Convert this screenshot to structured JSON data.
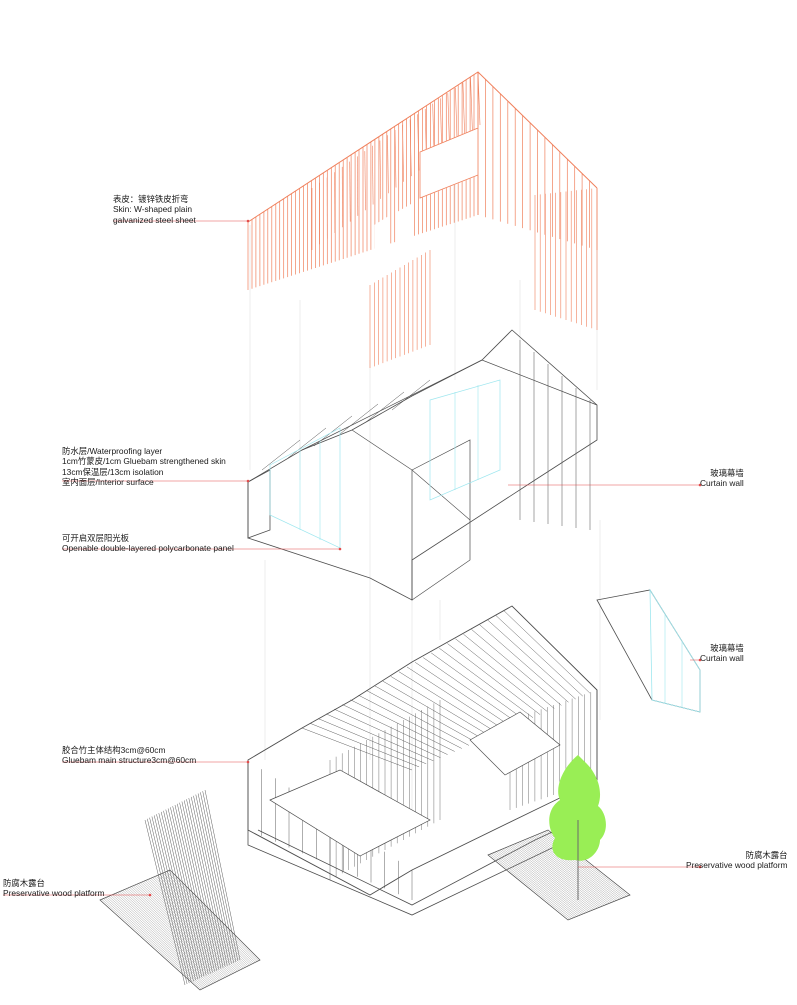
{
  "colors": {
    "line": "#4d4d4d",
    "skin": "#f0805c",
    "curtain": "#9fe7ef",
    "leader": "#e34b4b",
    "tree": "#99ee55"
  },
  "labels": {
    "skin": [
      "表皮：镀锌铁皮折弯",
      "Skin: W-shaped plain",
      "galvanized steel sheet"
    ],
    "waterproof": [
      "防水层/Waterproofing layer",
      "1cm竹蒙皮/1cm Gluebam strengthened skin",
      "13cm保温层/13cm isolation",
      "室内面层/Interior surface"
    ],
    "polycarbonate": [
      "可开启双层阳光板",
      "Openable double-layered polycarbonate panel"
    ],
    "curtain_1": [
      "玻璃幕墙",
      "Curtain wall"
    ],
    "curtain_2": [
      "玻璃幕墙",
      "Curtain wall"
    ],
    "structure": [
      "胶合竹主体结构3cm@60cm",
      "Gluebam main structure3cm@60cm"
    ],
    "platform_left": [
      "防腐木露台",
      "Preservative wood platform"
    ],
    "platform_right": [
      "防腐木露台",
      "Preservative wood platform"
    ]
  }
}
